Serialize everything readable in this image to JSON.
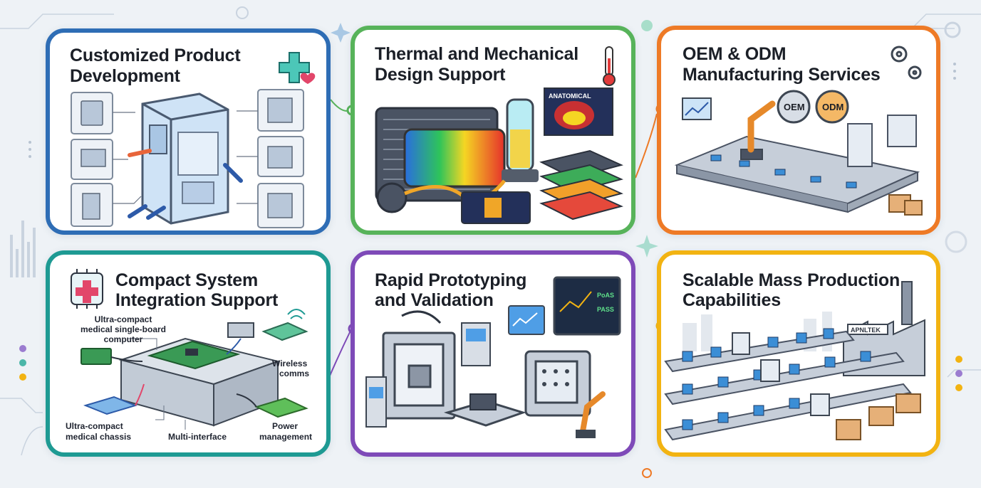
{
  "panels": [
    {
      "id": "p1",
      "title_line1": "Customized Product",
      "title_line2": "Development",
      "accent": "#2e6db5",
      "icon": "medical-cross-heart-icon"
    },
    {
      "id": "p2",
      "title_line1": "Thermal and Mechanical",
      "title_line2": "Design Support",
      "accent": "#57b35a",
      "icon": "thermometer-icon",
      "thermal_map_label": "ANATOMICAL"
    },
    {
      "id": "p3",
      "title_line1": "OEM & ODM",
      "title_line2": "Manufacturing Services",
      "accent": "#ee7a26",
      "icon": "gears-icon",
      "badge_oem": "OEM",
      "badge_odm": "ODM"
    },
    {
      "id": "p4",
      "title_line1": "Compact System",
      "title_line2": "Integration Support",
      "accent": "#1e9a93",
      "icon": "medical-chip-icon",
      "callouts": {
        "sbc_line1": "Ultra-compact",
        "sbc_line2": "medical single-board",
        "sbc_line3": "computer",
        "wireless_line1": "Wireless",
        "wireless_line2": "comms",
        "chassis_line1": "Ultra-compact",
        "chassis_line2": "medical chassis",
        "interface": "Multi-interface",
        "power_line1": "Power",
        "power_line2": "management"
      }
    },
    {
      "id": "p5",
      "title_line1": "Rapid Prototyping",
      "title_line2": "and Validation",
      "accent": "#7e4ab8",
      "icon": "monitor-icon",
      "screen_text_1": "PoAS",
      "screen_text_2": "PASS"
    },
    {
      "id": "p6",
      "title_line1": "Scalable Mass Production",
      "title_line2": "Capabilities",
      "accent": "#f2b312",
      "icon": "factory-icon",
      "factory_sign": "APNLTEK"
    }
  ]
}
